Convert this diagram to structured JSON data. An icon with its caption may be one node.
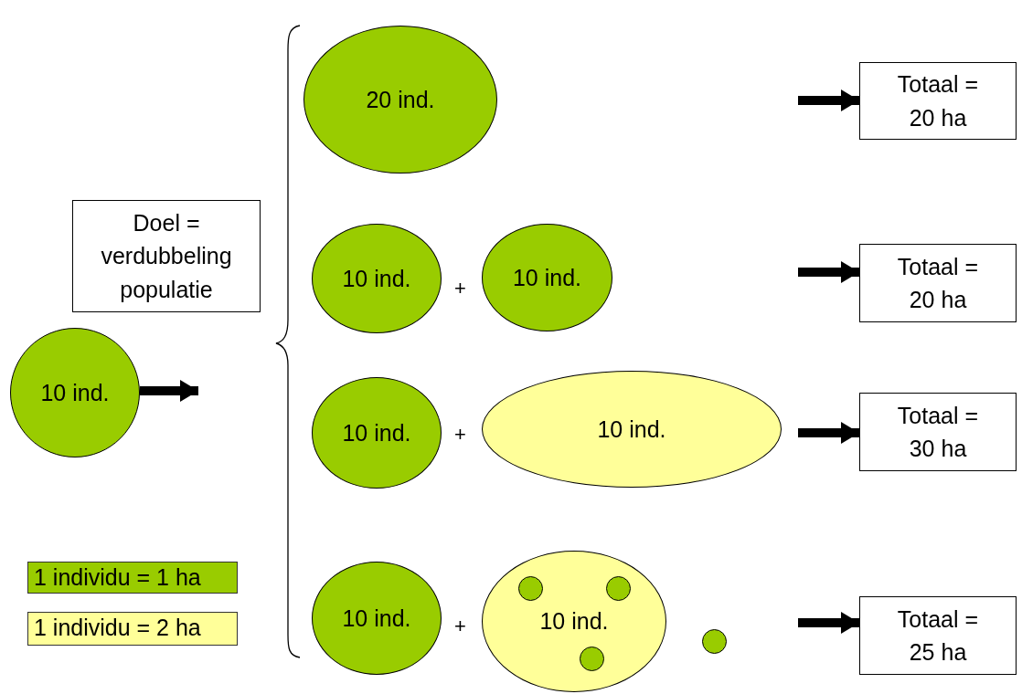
{
  "diagram": {
    "nodes": [
      {
        "text": [
          "10 ind."
        ]
      },
      {
        "text": [
          "Doel = verdubbeling populatie"
        ]
      },
      {
        "text": [
          "20 ind."
        ]
      },
      {
        "text": [
          "10 ind."
        ]
      },
      {
        "text": [
          "10 ind."
        ]
      },
      {
        "text": [
          "Totaal = 20 ha"
        ]
      },
      {
        "text": [
          "Totaal = 20 ha"
        ]
      },
      {
        "text": [
          "10 ind."
        ]
      },
      {
        "text": [
          "10 ind."
        ]
      },
      {
        "text": [
          "Totaal = 30 ha"
        ]
      },
      {
        "text": [
          "10 ind."
        ]
      },
      {
        "text": [
          "10 ind."
        ]
      },
      {
        "text": [],
        "shape": "circle",
        "in": 11
      },
      {
        "text": [],
        "shape": "circle",
        "in": 11
      },
      {
        "text": [],
        "shape": "circle",
        "in": 11
      },
      {
        "text": [],
        "shape": "circle"
      },
      {
        "text": [
          "Totaal = 25 ha"
        ]
      }
    ],
    "edges": [
      {
        "from": 0,
        "to": null,
        "arrow": "to"
      },
      {
        "from": null,
        "to": 5,
        "arrow": "to"
      },
      {
        "from": null,
        "to": 6,
        "arrow": "to"
      },
      {
        "from": null,
        "to": 9,
        "arrow": "to"
      },
      {
        "from": null,
        "to": 16,
        "arrow": "to"
      }
    ],
    "labels": [
      "+",
      "+",
      "+"
    ],
    "legend": [
      {
        "text": "1 individu = 1 ha",
        "color": "#99cc00"
      },
      {
        "text": "1 individu = 2 ha",
        "color": "#ffff99"
      }
    ]
  }
}
